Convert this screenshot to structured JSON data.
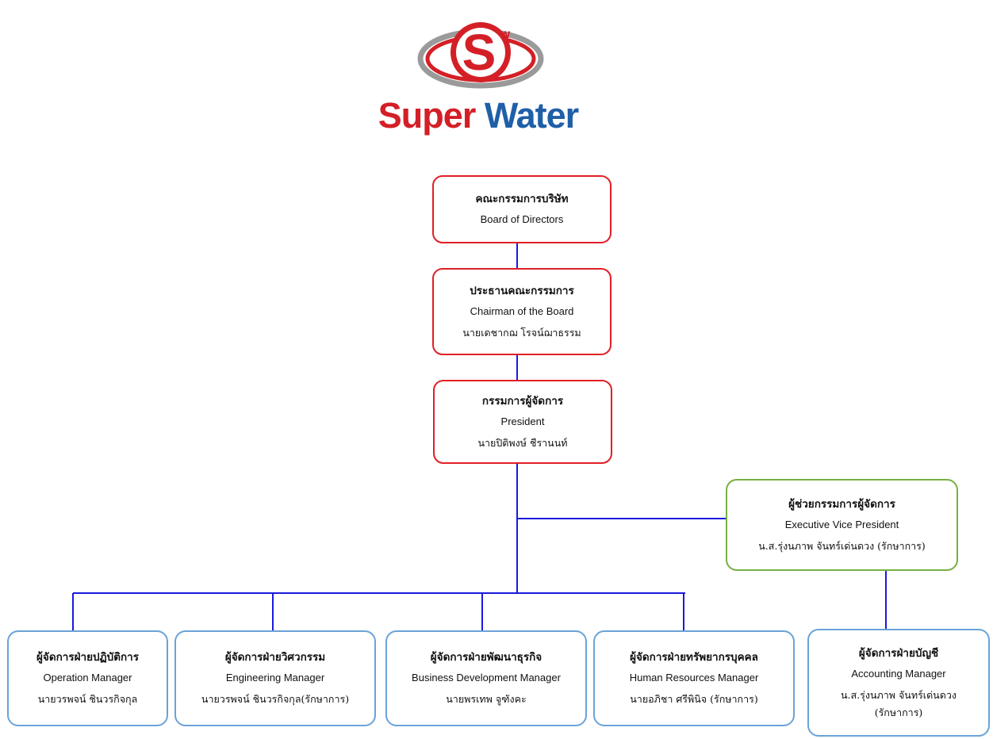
{
  "logo": {
    "letter": "S",
    "superscript": "w",
    "word_super": "Super",
    "word_water": "Water",
    "colors": {
      "red": "#d41f26",
      "blue": "#1f5fa8"
    }
  },
  "nodes": {
    "board": {
      "thai": "คณะกรรมการบริษัท",
      "english": "Board of Directors"
    },
    "chairman": {
      "thai": "ประธานคณะกรรมการ",
      "english": "Chairman of the Board",
      "name": "นายเดชากฌ โรจน์ฌาธรรม"
    },
    "president": {
      "thai": "กรรมการผู้จัดการ",
      "english": "President",
      "name": "นายปิติพงษ์ ชีรานนท์"
    },
    "evp": {
      "thai": "ผู้ช่วยกรรมการผู้จัดการ",
      "english": "Executive Vice President",
      "name": "น.ส.รุ่งนภาพ จันทร์เด่นดวง (รักษาการ)"
    },
    "operation": {
      "thai": "ผู้จัดการฝ่ายปฏิบัติการ",
      "english": "Operation Manager",
      "name": "นายวรพจน์ ชินวรกิจกุล"
    },
    "engineering": {
      "thai": "ผู้จัดการฝ่ายวิศวกรรม",
      "english": "Engineering Manager",
      "name": "นายวรพจน์ ชินวรกิจกุล(รักษาการ)"
    },
    "bizdev": {
      "thai": "ผู้จัดการฝ่ายพัฒนาธุรกิจ",
      "english": "Business Development Manager",
      "name": "นายพรเทพ จูฑังคะ"
    },
    "hr": {
      "thai": "ผู้จัดการฝ่ายทรัพยากรบุคคล",
      "english": "Human Resources Manager",
      "name": "นายอภิชา ศรีพินิจ (รักษาการ)"
    },
    "accounting": {
      "thai": "ผู้จัดการฝ่ายบัญชี",
      "english": "Accounting Manager",
      "name": "น.ส.รุ่งนภาพ จันทร์เด่นดวง",
      "note": "(รักษาการ)"
    }
  },
  "colors": {
    "connector": "#1a1adc",
    "top_border": "#e01f26",
    "evp_border": "#76b043",
    "manager_border": "#6aa3d8"
  }
}
